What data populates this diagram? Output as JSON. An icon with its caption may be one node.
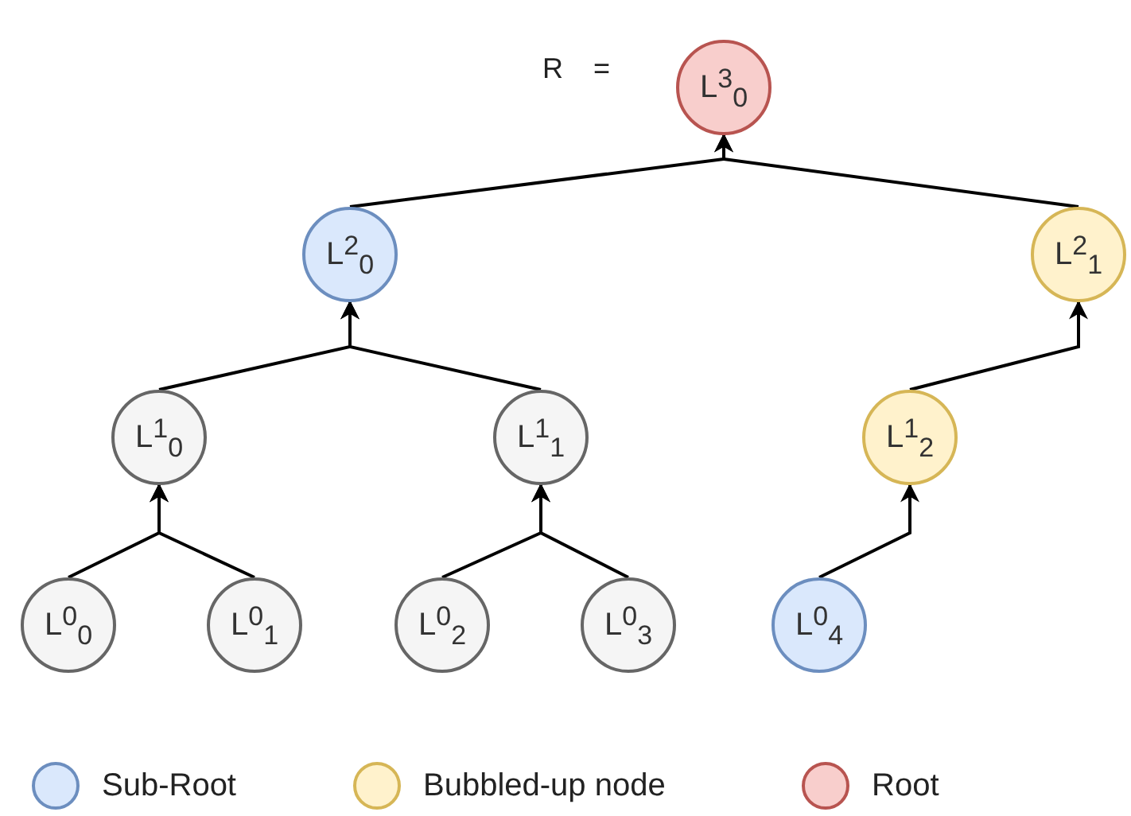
{
  "diagram": {
    "nodes": [
      {
        "text": [
          "L$^{3}$$_{0}$"
        ]
      },
      {
        "text": [
          "L$^{2}$$_{0}$"
        ]
      },
      {
        "text": [
          "L$^{2}$$_{1}$"
        ]
      },
      {
        "text": [
          "L$^{1}$$_{0}$"
        ]
      },
      {
        "text": [
          "L$^{1}$$_{1}$"
        ]
      },
      {
        "text": [
          "L$^{1}$$_{2}$"
        ]
      },
      {
        "text": [
          "L$^{0}$$_{0}$"
        ]
      },
      {
        "text": [
          "L$^{0}$$_{1}$"
        ]
      },
      {
        "text": [
          "L$^{0}$$_{2}$"
        ]
      },
      {
        "text": [
          "L$^{0}$$_{3}$"
        ]
      },
      {
        "text": [
          "L$^{0}$$_{4}$"
        ]
      }
    ],
    "edges": [
      {
        "from": 1,
        "to": 0,
        "arrow": "to"
      },
      {
        "from": 2,
        "to": 0,
        "arrow": "to"
      },
      {
        "from": 3,
        "to": 1,
        "arrow": "to"
      },
      {
        "from": 4,
        "to": 1,
        "arrow": "to"
      },
      {
        "from": 5,
        "to": 2,
        "arrow": "to"
      },
      {
        "from": 6,
        "to": 3,
        "arrow": "to"
      },
      {
        "from": 7,
        "to": 3,
        "arrow": "to"
      },
      {
        "from": 8,
        "to": 4,
        "arrow": "to"
      },
      {
        "from": 9,
        "to": 4,
        "arrow": "to"
      },
      {
        "from": 10,
        "to": 5,
        "arrow": "to"
      }
    ],
    "labels": [
      "R ="
    ],
    "legend": [
      {
        "text": "Sub-Root",
        "color": "#dae8fc"
      },
      {
        "text": "Bubbled-up node",
        "color": "#fff2cc"
      },
      {
        "text": "Root",
        "color": "#f8cecc"
      }
    ]
  }
}
